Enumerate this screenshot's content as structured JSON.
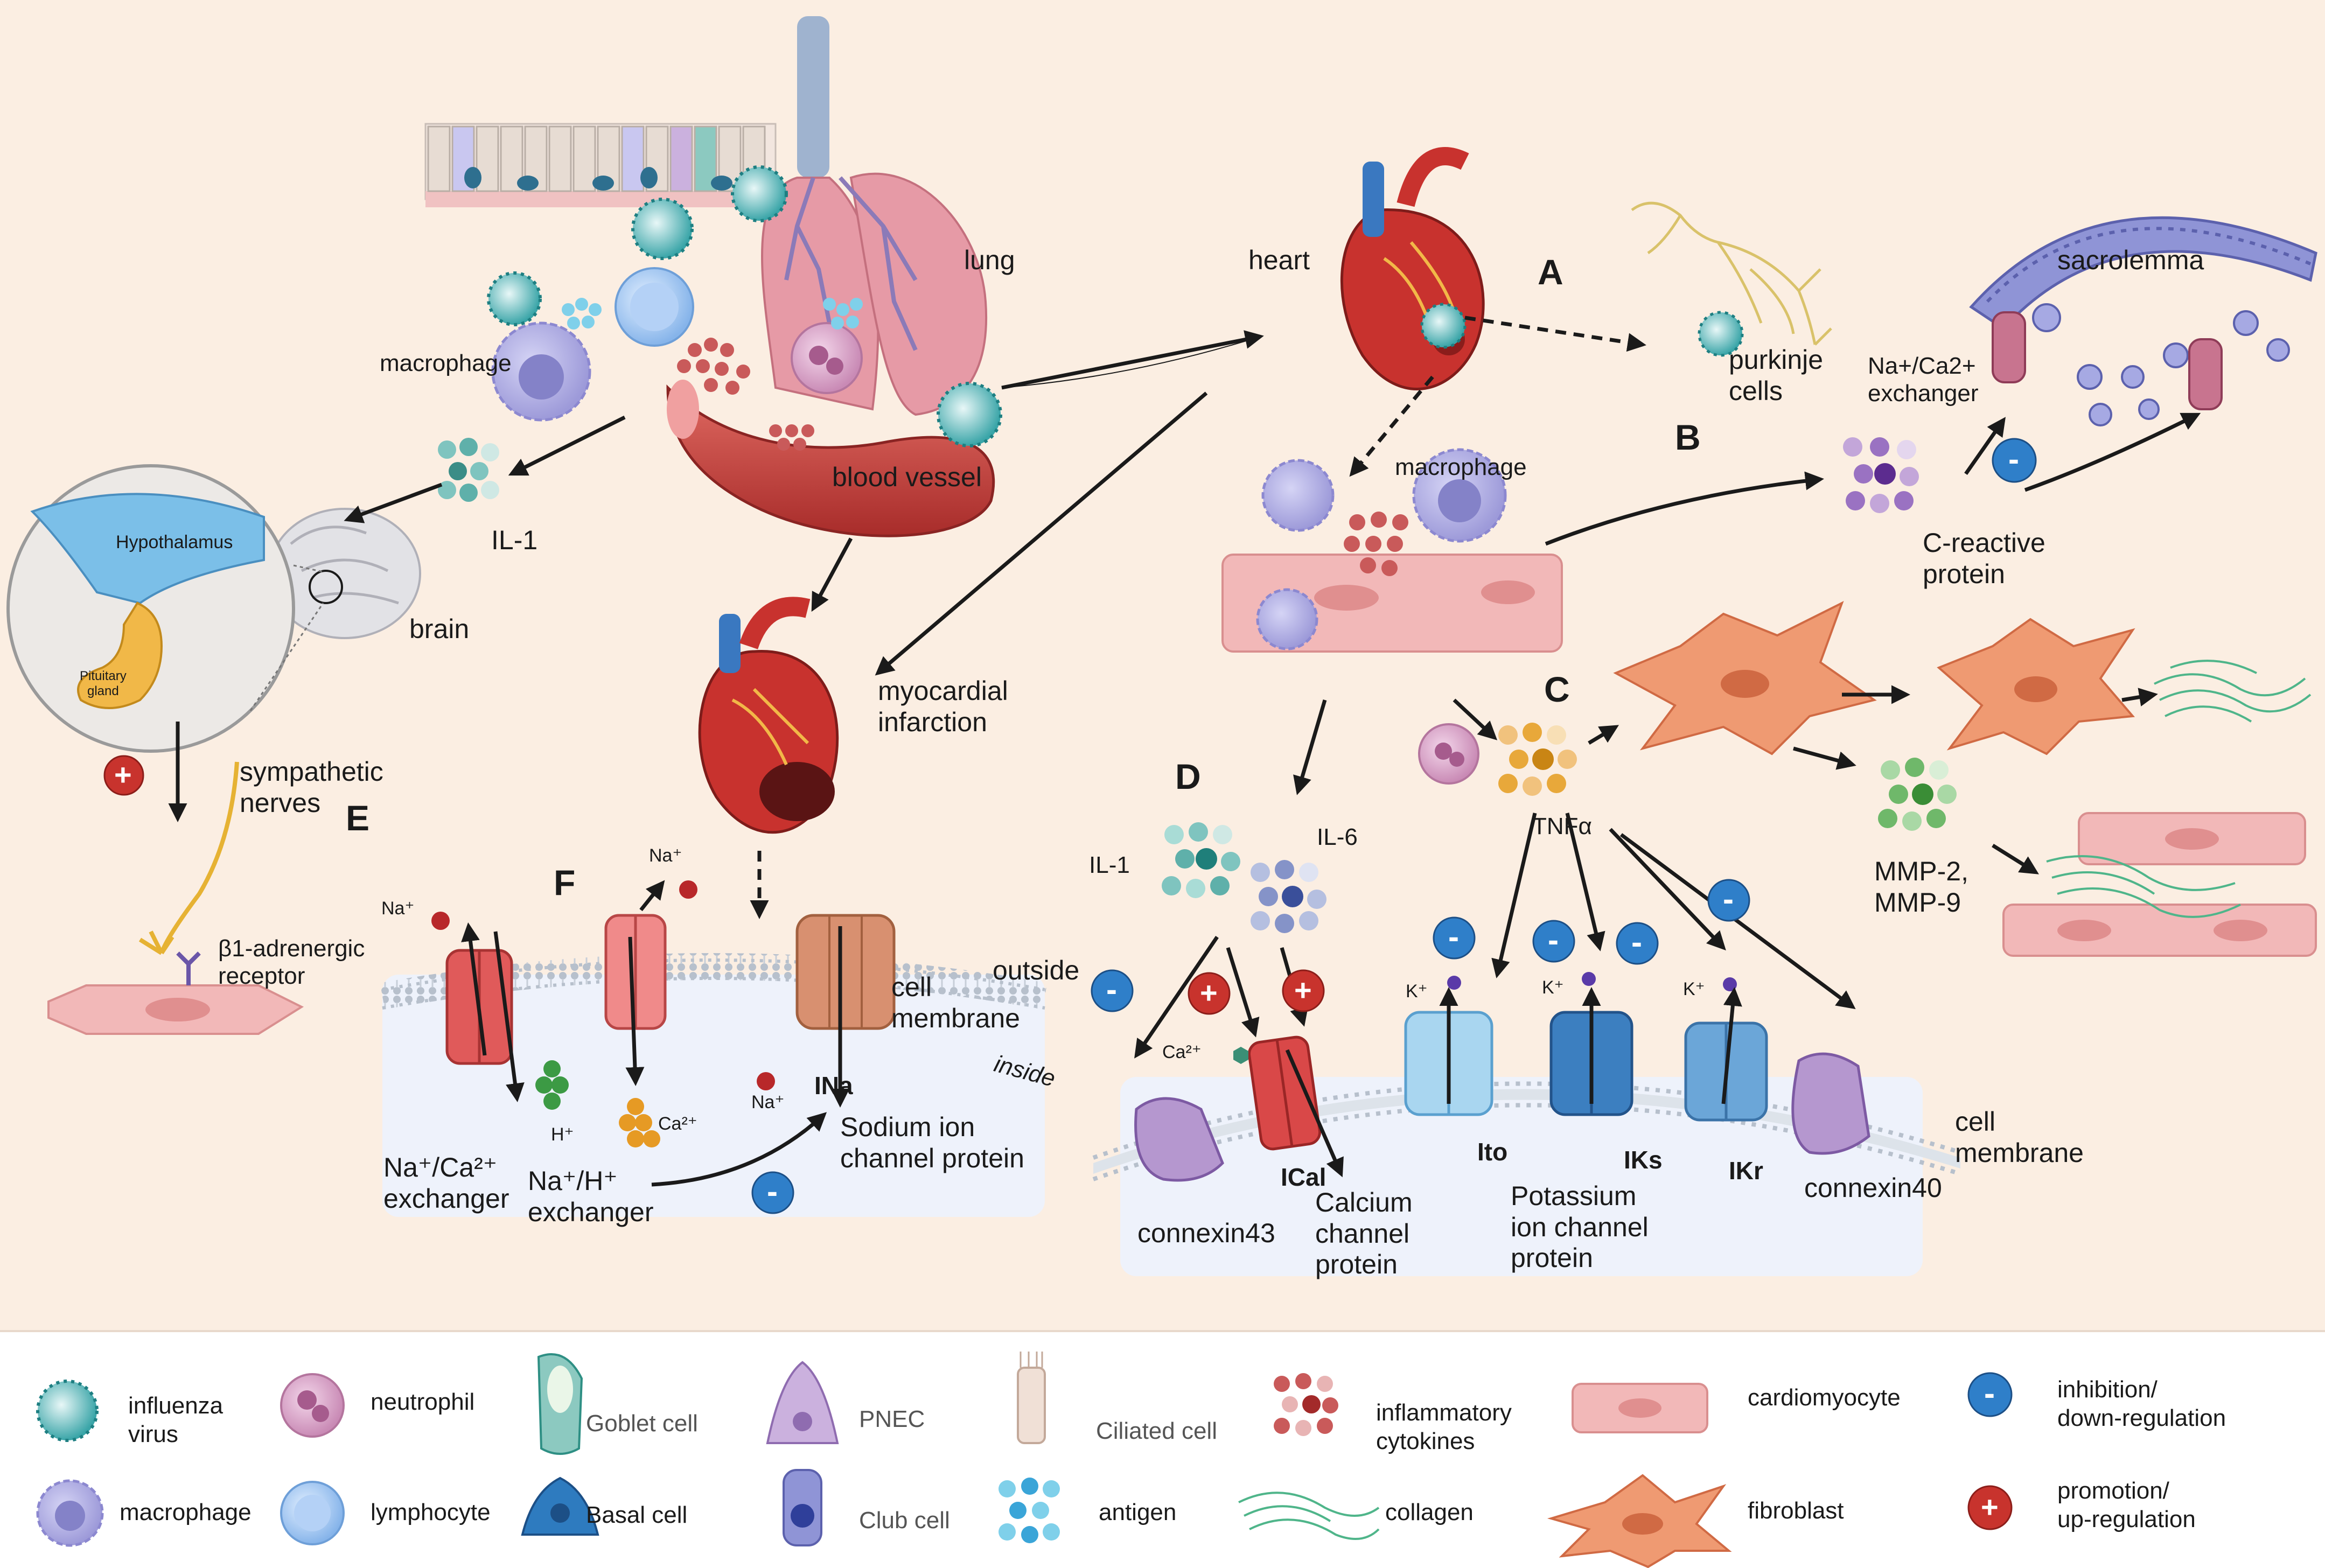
{
  "labels": {
    "lung": "lung",
    "heart": "heart",
    "macrophage_left": "macrophage",
    "il1_top": "IL-1",
    "blood_vessel": "blood vessel",
    "brain": "brain",
    "hypothalamus": "Hypothalamus",
    "pituitary_1": "Pituitary",
    "pituitary_2": "gland",
    "sympathetic_1": "sympathetic",
    "sympathetic_2": "nerves",
    "beta1_1": "β1-adrenergic",
    "beta1_2": "receptor",
    "myocardial_1": "myocardial",
    "myocardial_2": "infarction",
    "purkinje_1": "purkinje",
    "purkinje_2": "cells",
    "sacrolemma": "sacrolemma",
    "naca_ex_1": "Na+/Ca2+",
    "naca_ex_2": "exchanger",
    "macrophage_right": "macrophage",
    "crp_1": "C-reactive",
    "crp_2": "protein",
    "il1_d": "IL-1",
    "il6": "IL-6",
    "tnfa": "TNFα",
    "mmp_1": "MMP-2,",
    "mmp_2": "MMP-9",
    "outside": "outside",
    "inside": "inside",
    "cell_membrane_1": "cell",
    "cell_membrane_2": "membrane",
    "cell_membrane_r1": "cell",
    "cell_membrane_r2": "membrane",
    "na_1": "Na⁺",
    "na_2": "Na⁺",
    "na_3": "Na⁺",
    "h_plus": "H⁺",
    "ca_f": "Ca²⁺",
    "ca_d": "Ca²⁺",
    "ina": "INa",
    "sodium_1": "Sodium ion",
    "sodium_2": "channel protein",
    "naca_f_1": "Na⁺/Ca²⁺",
    "naca_f_2": "exchanger",
    "nah_1": "Na⁺/H⁺",
    "nah_2": "exchanger",
    "k1": "K⁺",
    "k2": "K⁺",
    "k3": "K⁺",
    "ical": "ICal",
    "ito": "Ito",
    "iks": "IKs",
    "ikr": "IKr",
    "calcium_1": "Calcium",
    "calcium_2": "channel",
    "calcium_3": "protein",
    "potassium_1": "Potassium",
    "potassium_2": "ion channel",
    "potassium_3": "protein",
    "connexin43": "connexin43",
    "connexin40": "connexin40"
  },
  "panels": {
    "a": "A",
    "b": "B",
    "c": "C",
    "d": "D",
    "e": "E",
    "f": "F"
  },
  "signs": {
    "plus": "+",
    "minus": "-"
  },
  "legend": {
    "influenza": [
      "influenza",
      "virus"
    ],
    "neutrophil": "neutrophil",
    "goblet": "Goblet cell",
    "pnec": "PNEC",
    "ciliated": "Ciliated cell",
    "inflammatory": [
      "inflammatory",
      "cytokines"
    ],
    "cardiomyocyte": "cardiomyocyte",
    "inhibition": [
      "inhibition/",
      "down-regulation"
    ],
    "macrophage": "macrophage",
    "lymphocyte": "lymphocyte",
    "basal": "Basal cell",
    "club": "Club cell",
    "antigen": "antigen",
    "collagen": "collagen",
    "fibroblast": "fibroblast",
    "promotion": [
      "promotion/",
      "up-regulation"
    ]
  },
  "colors": {
    "background": "#fbeee2",
    "legend_bg": "#ffffff",
    "membrane_box": "#eef2fb",
    "virus": "#3aa5a8",
    "macrophage": "#a8a6e0",
    "lymphocyte": "#a9c8f2",
    "neutrophil": "#d9a4c8",
    "cardiomyocyte": "#f2b8b8",
    "fibroblast": "#ef9a72",
    "collagen": "#4fb58a",
    "heart_red": "#c8322e",
    "vessel_red": "#c9423e",
    "minus_blue": "#2f7fc9",
    "plus_red": "#c8332d",
    "exchanger_red": "#e05a5a",
    "sodium_orange": "#d89070",
    "calcium_channel": "#d94848",
    "potassium_light": "#a9d6f0",
    "potassium_dark": "#3c7fc0",
    "connexin": "#b597cf"
  }
}
